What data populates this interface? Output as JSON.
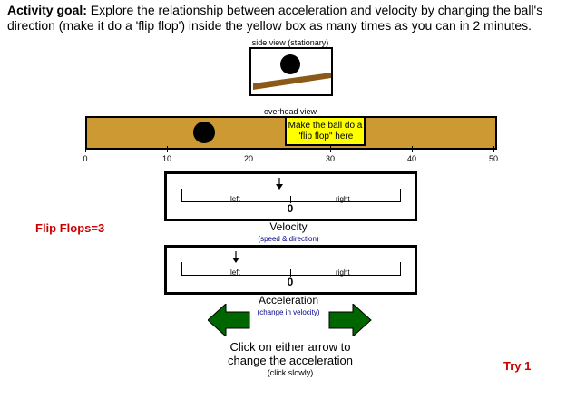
{
  "goal": {
    "heading": "Activity goal:",
    "text": "Explore the relationship between acceleration and velocity by changing the ball's direction (make it do a 'flip flop') inside the yellow box as many times as you can in 2 minutes."
  },
  "side_view": {
    "label": "side view (stationary)"
  },
  "overhead_view": {
    "label": "overhead view",
    "target_text": "Make the ball do a \"flip flop\" here",
    "ticks": [
      "0",
      "10",
      "20",
      "30",
      "40",
      "50"
    ],
    "ball_position": 14.5
  },
  "velocity_meter": {
    "left_label": "left",
    "right_label": "right",
    "value": "0",
    "title": "Velocity",
    "subtitle": "(speed & direction)",
    "pointer_fraction": 0.45
  },
  "acceleration_meter": {
    "left_label": "left",
    "right_label": "right",
    "value": "0",
    "title": "Acceleration",
    "subtitle": "(change in velocity)",
    "pointer_fraction": 0.25
  },
  "flip_flops": {
    "label": "Flip Flops=3"
  },
  "instructions": {
    "line1": "Click on either arrow to",
    "line2": "change the acceleration",
    "note": "(click slowly)"
  },
  "try_label": "Try 1",
  "colors": {
    "track": "#cc9933",
    "target": "#ffff00",
    "arrow": "#006600",
    "counter": "#cc0000",
    "subtitle": "#00008b"
  }
}
